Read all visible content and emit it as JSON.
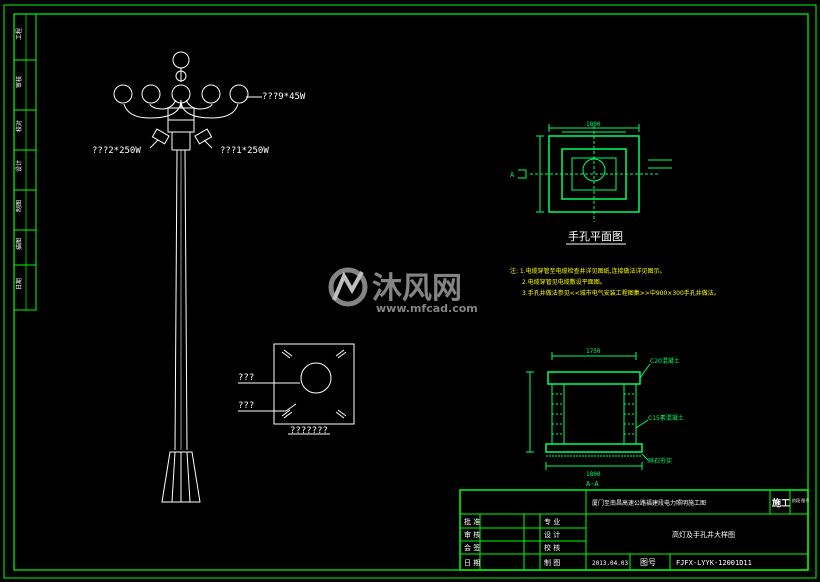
{
  "colors": {
    "background": "#000000",
    "frame": "#00ff00",
    "lamp": "#ffffff",
    "plan": "#00ff66",
    "label": "#ffffff",
    "note": "#ffff00",
    "watermark": "#b0b0b0"
  },
  "lamp": {
    "label_top_lamp": "???9*45W",
    "label_left_flood": "???2*250W",
    "label_right_flood": "???1*250W"
  },
  "base_plate": {
    "label_top": "???",
    "label_bottom": "???",
    "caption": "???????"
  },
  "handhole_plan": {
    "title": "手孔平面图",
    "dim_top": "1800",
    "section_mark": "A"
  },
  "notes": {
    "line1": "注: 1.电缆穿管至电缆检查井详见图纸,连接做法详见图示。",
    "line2": "2.电缆穿管见电缆敷设平面图。",
    "line3": "3.手孔井做法参见<<城市电气安装工程图集>>中900×300手孔井做法。"
  },
  "handhole_section": {
    "dim_top": "1750",
    "dim_bottom": "1800",
    "label_cover": "C20混凝土",
    "label_base": "C15素混凝土",
    "label_gravel": "碎石夯实",
    "caption": "A-A"
  },
  "left_strip": {
    "cells": [
      "工程",
      "审核",
      "校对",
      "设计",
      "制图",
      "描图",
      "日期"
    ]
  },
  "title_block": {
    "project": "厦门至南昌高速公路福建段电力照明施工图",
    "stage": "施工",
    "stage_small": "阶段 图号",
    "drawing_name": "高灯及手孔井大样图",
    "rows": [
      {
        "a": "批 准",
        "b": "专 业"
      },
      {
        "a": "审 核",
        "b": "设 计"
      },
      {
        "a": "会 签",
        "b": "校 核"
      },
      {
        "a": "日 期",
        "b": "制 图"
      }
    ],
    "date": "2013.04.03",
    "drawing_no_label": "图号",
    "drawing_no": "FJFX-LYYK-12001D11"
  },
  "watermark": {
    "brand": "沐风网",
    "url": "www.mfcad.com"
  }
}
